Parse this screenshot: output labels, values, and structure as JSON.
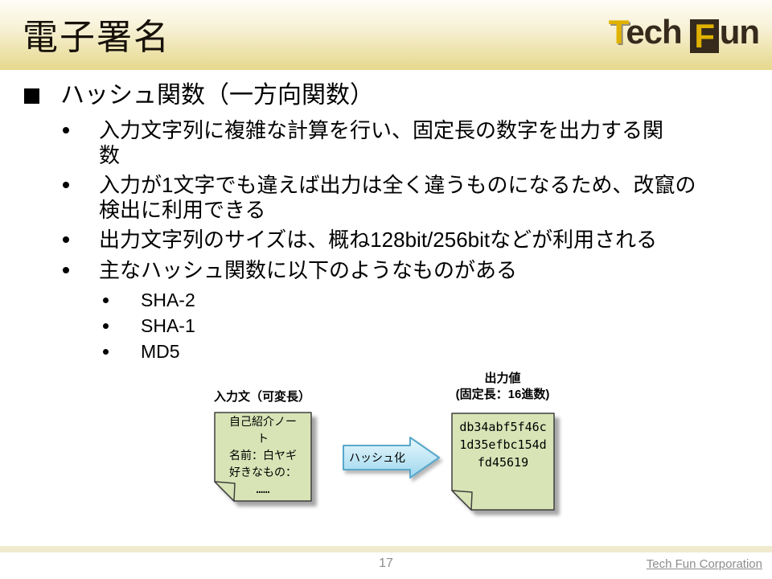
{
  "header": {
    "title": "電子署名",
    "logo": {
      "t": "T",
      "ech": "ech",
      "f": "F",
      "un": "un"
    }
  },
  "content": {
    "heading": "ハッシュ関数（一方向関数）",
    "bullets": [
      {
        "text": "入力文字列に複雑な計算を行い、固定長の数字を出力する関\n数"
      },
      {
        "text": "入力が1文字でも違えば出力は全く違うものになるため、改竄の\n検出に利用できる"
      },
      {
        "text": "出力文字列のサイズは、概ね128bit/256bitなどが利用される"
      },
      {
        "text": "主なハッシュ関数に以下のようなものがある"
      }
    ],
    "sub_bullets": [
      "SHA-2",
      "SHA-1",
      "MD5"
    ]
  },
  "diagram": {
    "input_label": "入力文（可変長）",
    "input_note_text": "自己紹介ノー\nト\n名前：白ヤギ\n好きなもの：\n……",
    "arrow_label": "ハッシュ化",
    "output_label_line1": "出力値",
    "output_label_line2": "(固定長：16進数)",
    "output_note_text": "db34abf5f46c\n1d35efbc154d\nfd45619"
  },
  "footer": {
    "page_number": "17",
    "company": "Tech Fun Corporation"
  },
  "colors": {
    "header_gradient_bottom": "#e6d88c",
    "brand_gold": "#e0b200",
    "brand_dark": "#362a1c",
    "note_green": "#d8e4b6",
    "arrow_blue_border": "#58a8cc",
    "arrow_blue_fill": "#9ed7ee",
    "footer_bar": "#f0ebcf",
    "footer_text": "#8d8d8d"
  }
}
